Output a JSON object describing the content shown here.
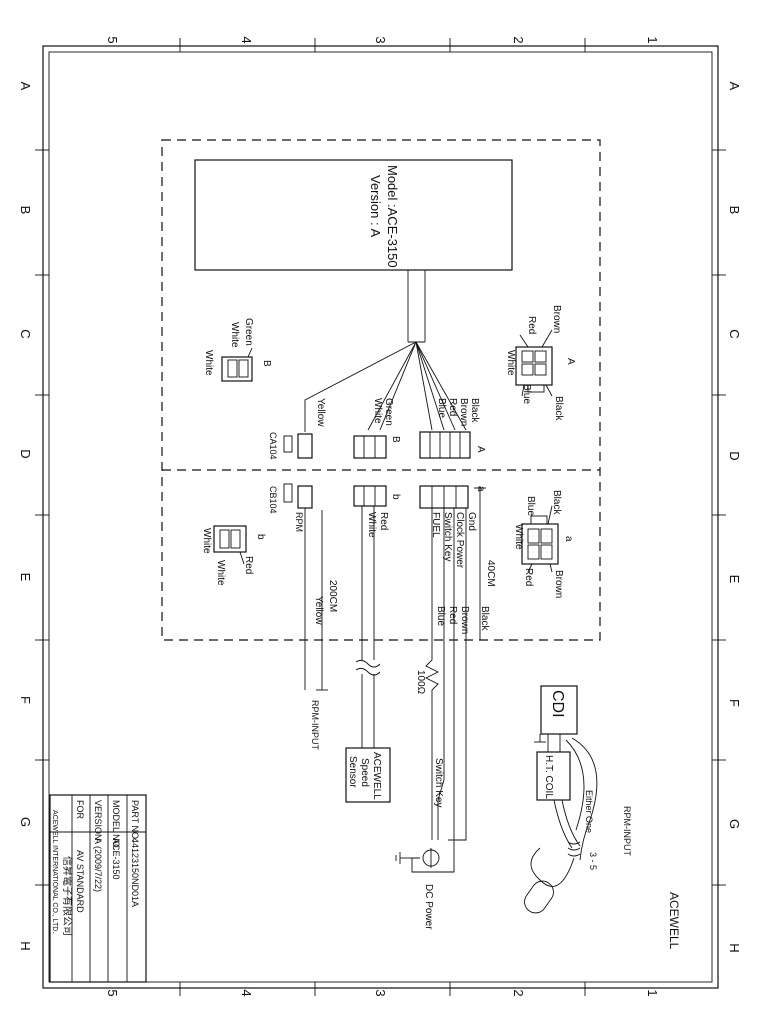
{
  "frame": {
    "top_numbers": [
      "5",
      "4",
      "3",
      "2",
      "1"
    ],
    "bottom_numbers": [
      "5",
      "4",
      "3",
      "2",
      "1"
    ],
    "left_letters": [
      "A",
      "B",
      "C",
      "D",
      "E",
      "F",
      "G",
      "H"
    ],
    "right_letters": [
      "A",
      "B",
      "C",
      "D",
      "E",
      "F",
      "G",
      "H"
    ]
  },
  "meter": {
    "model": "Model :ACE-3150",
    "version": "Version : A"
  },
  "connector_a_top": {
    "wires": [
      "Brown",
      "Red",
      "White",
      "Black",
      "Blue"
    ],
    "tag": "A"
  },
  "connector_b_top": {
    "wires": [
      "Green",
      "White",
      "White"
    ],
    "tag": "B"
  },
  "harness_top": {
    "wires": [
      "Black",
      "Brown",
      "Red",
      "Blue",
      "Green",
      "White",
      "Yellow"
    ],
    "tag_a": "A",
    "tag_b": "B",
    "part": "CA104"
  },
  "harness_bottom": {
    "tag_a": "a",
    "tag_b": "b",
    "part": "CB104",
    "pin_labels": [
      "Gnd",
      "Clock Power",
      "Switch Key",
      "FUEL"
    ],
    "rpm_label": "RPM",
    "sensor_wires": [
      "Red",
      "White"
    ],
    "length_left": "40CM",
    "length_right": "200CM",
    "right_wire": "Yellow",
    "wire_colors": [
      "Black",
      "Brown",
      "Red",
      "Blue"
    ],
    "resistor": "100Ω",
    "rpm_input": "RPM-INPUT"
  },
  "connector_a_bottom": {
    "wires": [
      "Black",
      "Brown",
      "Blue",
      "White",
      "Red"
    ],
    "tag": "a"
  },
  "connector_b_bottom": {
    "wires": [
      "Red",
      "White",
      "White"
    ],
    "tag": "b"
  },
  "speed_sensor": {
    "line1": "ACEWELL",
    "line2": "Speed",
    "line3": "Sensor"
  },
  "switch_key": "Switch Key",
  "dc_power": "DC Power",
  "ignition": {
    "cdi": "CDI",
    "coil": "H.T. COIL",
    "either_one": "Either One",
    "rpm_input": "RPM-INPUT",
    "turns": "3 - 5"
  },
  "brand": "ACEWELL",
  "title_block": {
    "rows": [
      {
        "label": "PART NO.",
        "value": "44123150ND01A"
      },
      {
        "label": "MODEL NO.",
        "value": "ACE-3150"
      },
      {
        "label": "VERSION",
        "value": "A (2009/7/22)"
      },
      {
        "label": "FOR",
        "value": "AV STANDARD"
      }
    ],
    "company_cn": "信昇電子有限公司",
    "company_en": "ACEWELL INTERNATIONAL CO., LTD."
  }
}
